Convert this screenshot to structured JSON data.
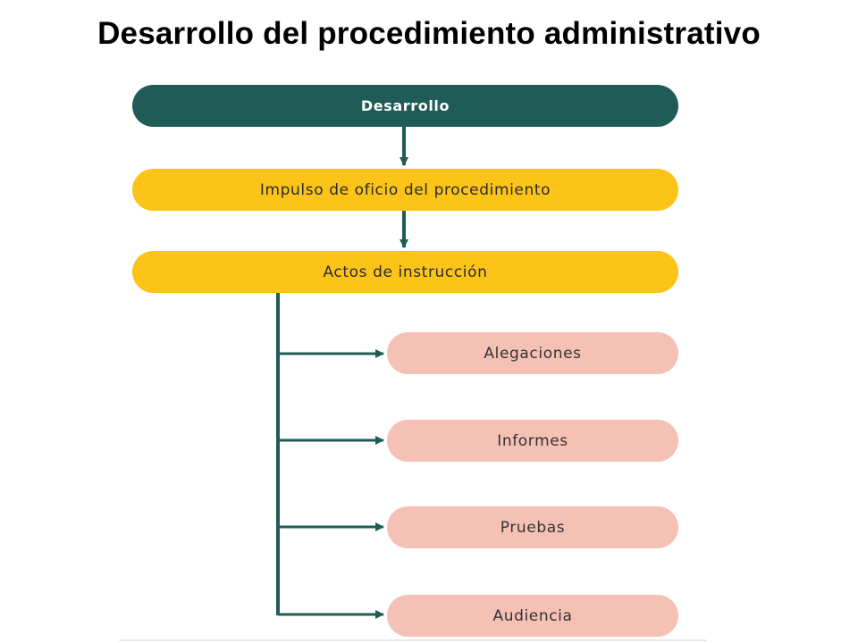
{
  "title": "Desarrollo del procedimiento administrativo",
  "diagram": {
    "root": "Desarrollo",
    "steps": [
      "Impulso de oficio del procedimiento",
      "Actos de instrucción"
    ],
    "branches": [
      "Alegaciones",
      "Informes",
      "Pruebas",
      "Audiencia"
    ]
  },
  "colors": {
    "root_fill": "#1f5c57",
    "step_fill": "#fcc419",
    "branch_fill": "#f6c1b5",
    "connector": "#1f5c57"
  }
}
